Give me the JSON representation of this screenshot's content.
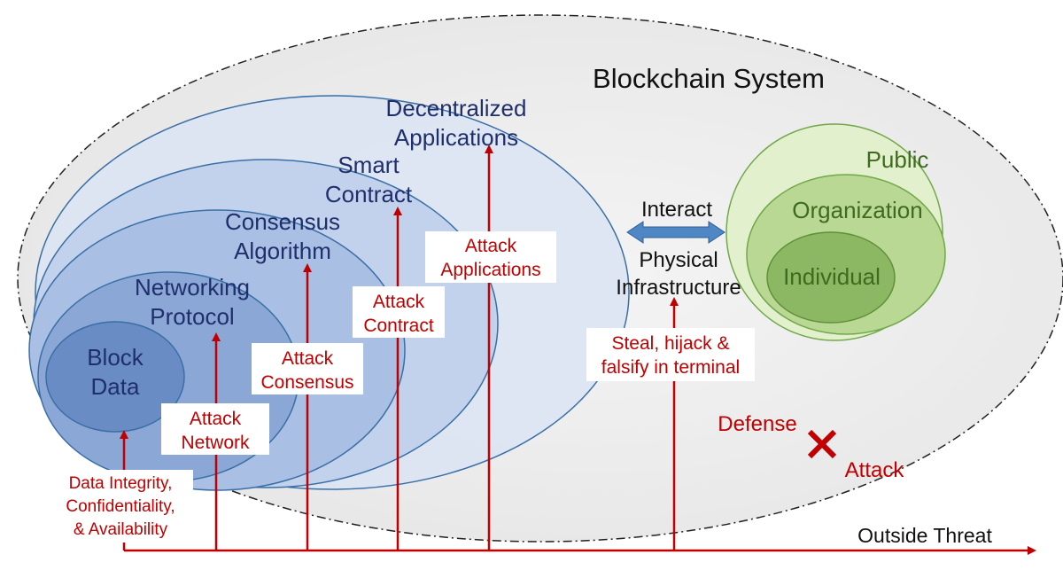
{
  "colors": {
    "attack_red": "#c00000",
    "layer_text": "#1f2f6b",
    "green_text": "#3e6b1d",
    "arrow_blue": "#4f87c5"
  },
  "system": {
    "title": "Blockchain System"
  },
  "layers": {
    "dapps": [
      "Decentralized",
      "Applications"
    ],
    "smart_contract": [
      "Smart",
      "Contract"
    ],
    "consensus": [
      "Consensus",
      "Algorithm"
    ],
    "network": [
      "Networking",
      "Protocol"
    ],
    "block_data": [
      "Block",
      "Data"
    ]
  },
  "attacks": {
    "applications": [
      "Attack",
      "Applications"
    ],
    "contract": [
      "Attack",
      "Contract"
    ],
    "consensus": [
      "Attack",
      "Consensus"
    ],
    "network": [
      "Attack",
      "Network"
    ],
    "data": [
      "Data Integrity,",
      "Confidentiality,",
      "& Availability"
    ],
    "terminal": [
      "Steal, hijack &",
      "falsify in terminal"
    ]
  },
  "interact": {
    "label": "Interact",
    "physical": [
      "Physical",
      "Infrastructure"
    ]
  },
  "users": {
    "public": "Public",
    "organization": "Organization",
    "individual": "Individual"
  },
  "legend": {
    "defense": "Defense",
    "attack": "Attack"
  },
  "outside_threat": "Outside Threat"
}
